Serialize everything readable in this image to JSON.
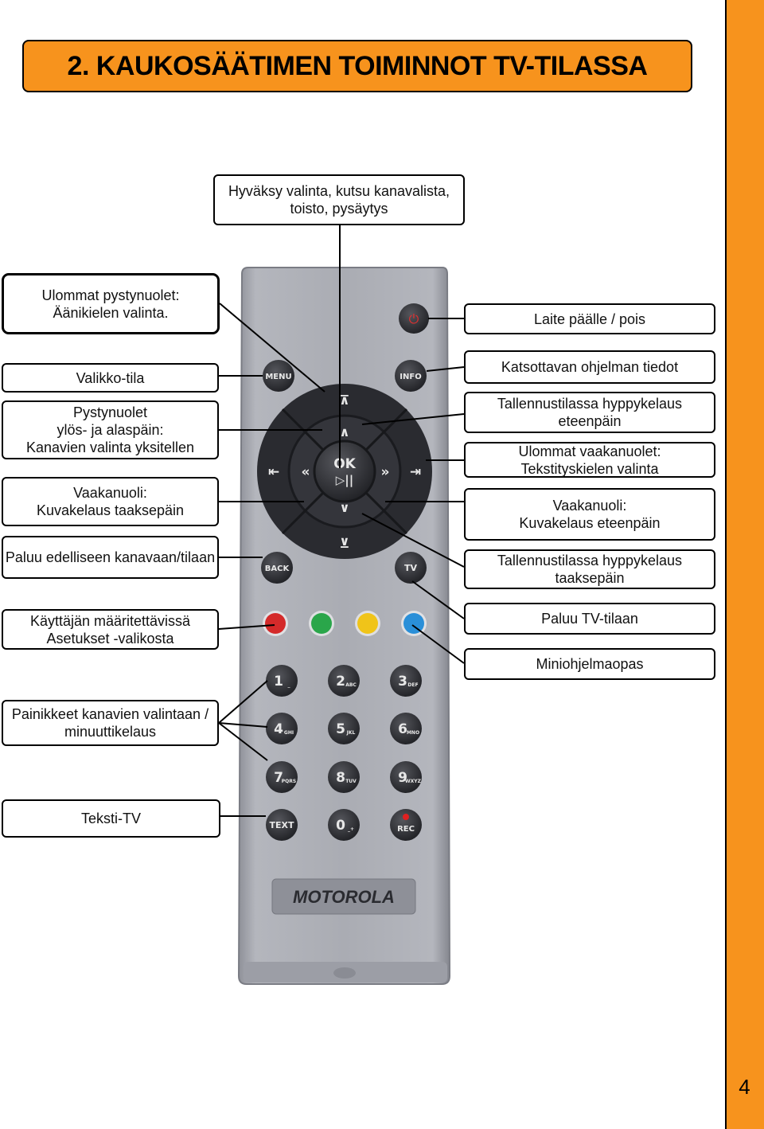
{
  "title": "2. KAUKOSÄÄTIMEN TOIMINNOT TV-TILASSA",
  "page_number": "4",
  "colors": {
    "accent": "#f7931d",
    "remote_body": "#a6a8b0",
    "button_dark": "#2c2d32"
  },
  "labels": {
    "ok_function": "Hyväksy valinta, kutsu kanavalista,\ntoisto, pysäytys",
    "outer_vertical": "Ulommat pystynuolet:\nÄänikielen valinta.",
    "power": "Laite päälle / pois",
    "menu": "Valikko-tila",
    "info": "Katsottavan ohjelman tiedot",
    "vertical": "Pystynuolet\nylös- ja alaspäin:\nKanavien valinta yksitellen",
    "skip_forward": "Tallennustilassa hyppykelaus\neteenpäin",
    "outer_horizontal": "Ulommat vaakanuolet:\nTekstityskielen valinta",
    "left_arrow": "Vaakanuoli:\nKuvakelaus taaksepäin",
    "right_arrow": "Vaakanuoli:\nKuvakelaus eteenpäin",
    "back": "Paluu edelliseen kanavaan/tilaan",
    "skip_back": "Tallennustilassa hyppykelaus\ntaaksepäin",
    "user_defined": "Käyttäjän määritettävissä\nAsetukset -valikosta",
    "tv": "Paluu TV-tilaan",
    "mini_guide": "Miniohjelmaopas",
    "number_keys": "Painikkeet kanavien valintaan /\nminuuttikelaus",
    "teletext": "Teksti-TV"
  },
  "remote": {
    "brand": "MOTOROLA",
    "buttons": {
      "menu": "MENU",
      "info": "INFO",
      "ok": "OK",
      "back": "BACK",
      "tv": "TV",
      "text": "TEXT",
      "rec": "REC"
    },
    "color_keys": [
      "#d42a2a",
      "#2aa64a",
      "#f0c419",
      "#2a8fd8"
    ],
    "number_keys": [
      {
        "digit": "1",
        "letters": "_"
      },
      {
        "digit": "2",
        "letters": "ABC"
      },
      {
        "digit": "3",
        "letters": "DEF"
      },
      {
        "digit": "4",
        "letters": "GHI"
      },
      {
        "digit": "5",
        "letters": "JKL"
      },
      {
        "digit": "6",
        "letters": "MNO"
      },
      {
        "digit": "7",
        "letters": "PQRS"
      },
      {
        "digit": "8",
        "letters": "TUV"
      },
      {
        "digit": "9",
        "letters": "WXYZ"
      },
      {
        "digit": "0",
        "letters": "_+"
      }
    ]
  }
}
